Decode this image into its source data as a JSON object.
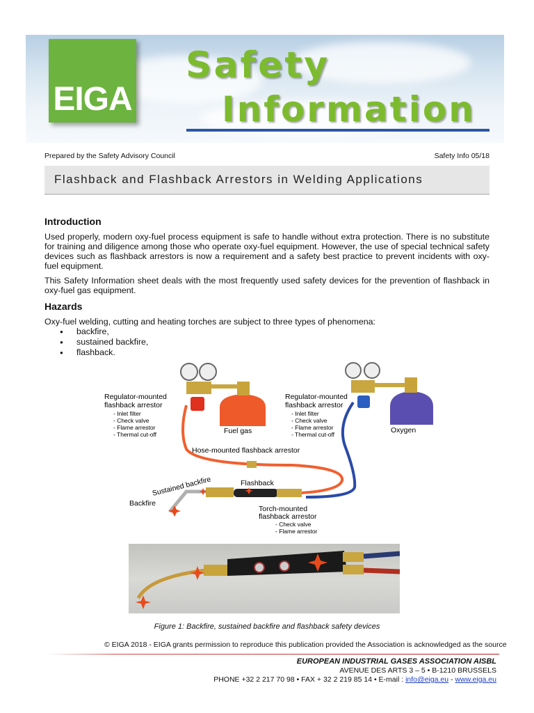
{
  "header": {
    "logo_text": "EIGA",
    "title_line1": "Safety",
    "title_line2": "Information",
    "colors": {
      "green": "#7dbb2e",
      "logo_green": "#6db33f",
      "blue_rule": "#2b56a6"
    }
  },
  "meta": {
    "prepared_by": "Prepared by the Safety Advisory Council",
    "doc_number": "Safety Info 05/18"
  },
  "document_title": "Flashback and Flashback Arrestors in Welding Applications",
  "introduction": {
    "heading": "Introduction",
    "paragraph1": "Used properly, modern oxy-fuel process equipment is safe to handle without extra protection. There is no substitute for training and diligence among those who operate oxy-fuel equipment. However, the use of special technical safety devices such as flashback arrestors is now a requirement and a safety best practice to prevent incidents with oxy-fuel equipment.",
    "paragraph2": "This Safety Information sheet deals with the most frequently used safety devices for the prevention of flashback in oxy-fuel gas equipment."
  },
  "hazards": {
    "heading": "Hazards",
    "intro": "Oxy-fuel welding, cutting and heating torches are subject to three types of phenomena:",
    "items": [
      "backfire,",
      "sustained backfire,",
      "flashback."
    ]
  },
  "figure": {
    "labels": {
      "reg_left_title1": "Regulator-mounted",
      "reg_left_title2": "flashback arrestor",
      "reg_right_title1": "Regulator-mounted",
      "reg_right_title2": "flashback arrestor",
      "features": [
        "- Inlet filter",
        "- Check valve",
        "- Flame arrestor",
        "- Thermal cut-off"
      ],
      "fuel_gas": "Fuel gas",
      "oxygen": "Oxygen",
      "hose_mounted": "Hose-mounted flashback arrestor",
      "flashback": "Flashback",
      "sustained_backfire": "Sustained backfire",
      "backfire": "Backfire",
      "torch_title1": "Torch-mounted",
      "torch_title2": "flashback arrestor",
      "torch_features": [
        "- Check valve",
        "- Flame arrestor"
      ]
    },
    "caption": "Figure 1: Backfire, sustained backfire and flashback safety devices"
  },
  "footer": {
    "copyright": "© EIGA 2018 - EIGA grants permission to reproduce this publication provided the Association is acknowledged as the source",
    "association": "EUROPEAN INDUSTRIAL GASES ASSOCIATION AISBL",
    "address": "AVENUE DES ARTS 3 – 5 • B-1210 BRUSSELS",
    "phone_prefix": "PHONE +32 2 217 70 98 • FAX + 32 2 219 85 14 • E-mail : ",
    "email": "info@eiga.eu",
    "separator": " - ",
    "website": "www.eiga.eu"
  }
}
